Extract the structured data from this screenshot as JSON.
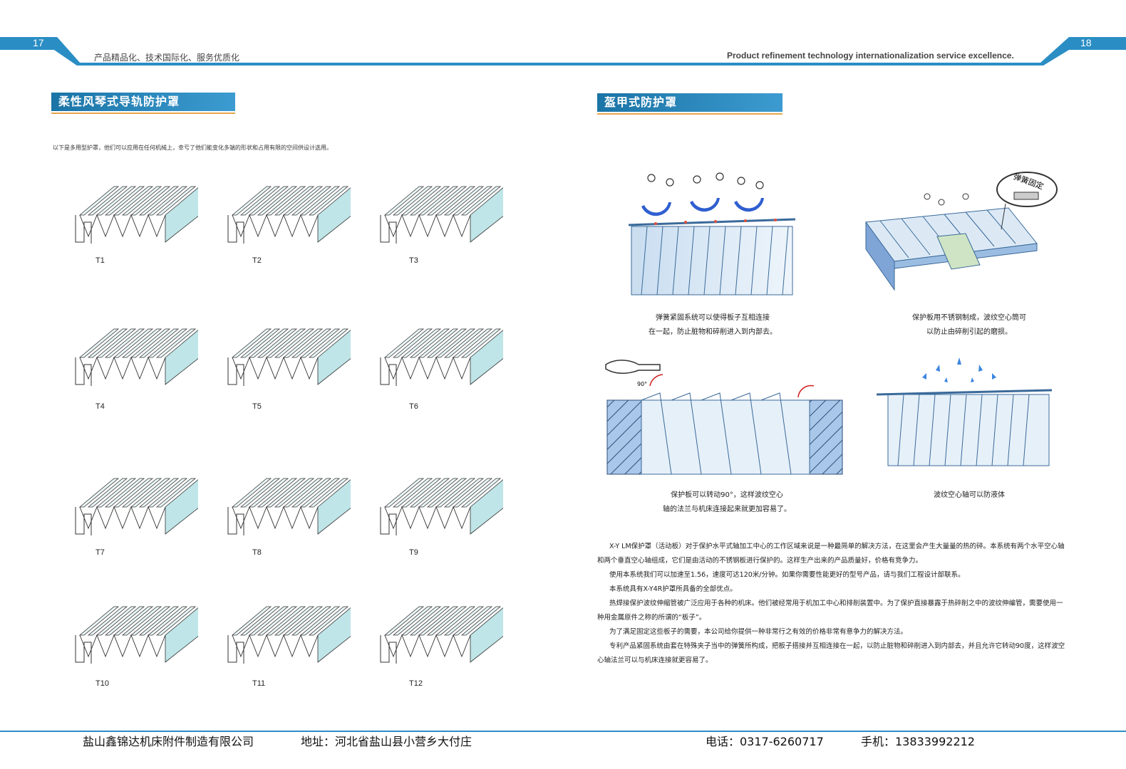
{
  "header": {
    "left_page_number": "17",
    "right_page_number": "18",
    "tagline_cn": "产品精品化、技术国际化、服务优质化",
    "tagline_en": "Product refinement   technology internationalization   service excellence."
  },
  "left": {
    "title": "柔性风琴式导轨防护罩",
    "intro": "以下是多用型护罩，他们可以应用在任何机械上，幸亏了他们能变化多端的形状和占用有限的空间供设计选用。",
    "models": [
      "T1",
      "T2",
      "T3",
      "T4",
      "T5",
      "T6",
      "T7",
      "T8",
      "T9",
      "T10",
      "T11",
      "T12"
    ]
  },
  "right": {
    "title": "盔甲式防护罩",
    "callout": "弹簧固定",
    "angle_label": "90°",
    "captions": {
      "c1_line1": "弹簧紧固系统可以使得板子互相连接",
      "c1_line2": "在一起，防止脏物和碎削进入到内部去。",
      "c2_line1": "保护板用不锈钢制成，波纹空心筒可",
      "c2_line2": "以防止由碎削引起的磨损。",
      "c3_line1": "保护板可以转动90°，这样波纹空心",
      "c3_line2": "轴的法兰与机床连接起来就更加容易了。",
      "c4_line1": "波纹空心轴可以防液体"
    },
    "paragraphs": [
      "X-Y LM保护罩（活动板）对于保护水平式轴加工中心的工作区域来说是一种最简单的解决方法，在这里会产生大量量的热的碎。本系统有两个水平空心轴和两个垂直空心轴组成，它们是由活动的不锈钢板进行保护的。这样生产出来的产品质量好，价格有竞争力。",
      "使用本系统我们可以加速至1.56，速度可达120米/分钟。如果你需要性能更好的型号产品，请与我们工程设计部联系。",
      "本系统具有X-Y4R护罩所具备的全部优点。",
      "热焊接保护波纹伸缩管被广泛应用于各种的机床。他们被经常用于机加工中心和排削装置中。为了保护直接暴露于热碎削之中的波纹伸编管，需要使用一种用金属原件之称的所谓的“板子”。",
      "为了满足固定这些板子的需要，本公司给你提供一种非常行之有效的价格非常有意争力的解决方法。",
      "专利产品紧固系统由套在特殊夹子当中的弹簧所构成，把板子搭接并互相连接在一起，以防止脏物和碎削进入到内部去，并且允许它转动90度，这样波空心轴法兰可以与机床连接就更容易了。"
    ]
  },
  "footer": {
    "company": "盐山鑫锦达机床附件制造有限公司",
    "address": "地址：河北省盐山县小营乡大付庄",
    "phone": "电话：0317-6260717",
    "mobile": "手机：13833992212"
  },
  "colors": {
    "brand_blue": "#2a8ec4",
    "accent_orange": "#e6a54a"
  }
}
